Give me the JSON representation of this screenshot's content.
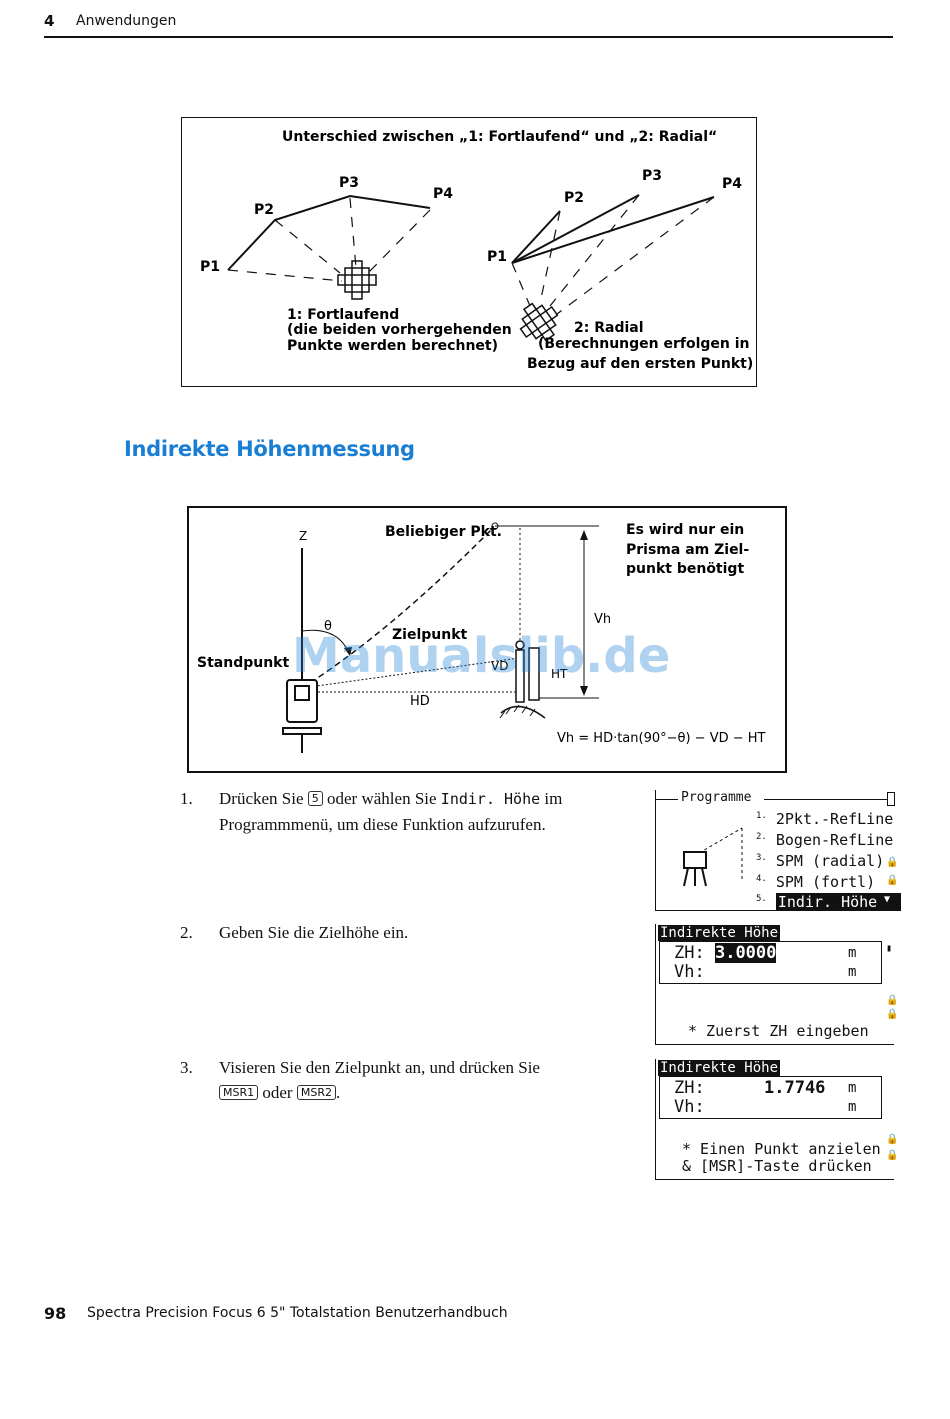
{
  "header": {
    "chapter_number": "4",
    "chapter_title": "Anwendungen"
  },
  "figure1": {
    "title": "Unterschied zwischen „1: Fortlaufend“ und „2: Radial“",
    "left_points": [
      "P1",
      "P2",
      "P3",
      "P4"
    ],
    "right_points": [
      "P1",
      "P2",
      "P3",
      "P4"
    ],
    "left_caption": [
      "1: Fortlaufend",
      "(die beiden vorhergehenden",
      "Punkte werden berechnet)"
    ],
    "right_caption": [
      "2: Radial",
      "(Berechnungen erfolgen in",
      "Bezug auf den ersten Punkt)"
    ]
  },
  "section_title": "Indirekte Höhenmessung",
  "figure2": {
    "label_z": "Z",
    "label_beliebig": "Beliebiger Pkt.",
    "note": [
      "Es wird nur ein",
      "Prisma am Ziel-",
      "punkt benötigt"
    ],
    "label_vh": "Vh",
    "label_theta": "θ",
    "label_zielpunkt": "Zielpunkt",
    "label_standpunkt": "Standpunkt",
    "label_vd": "VD",
    "label_ht": "HT",
    "label_hd": "HD",
    "formula": "Vh = HD·tan(90°−θ) − VD − HT"
  },
  "watermark": "Manualslib.de",
  "steps": [
    {
      "number": "1.",
      "text_a": "Drücken Sie ",
      "key": "5",
      "text_b": " oder wählen Sie ",
      "code": "Indir. Höhe",
      "text_c": " im",
      "line2": "Programmmenü, um diese Funktion aufzurufen."
    },
    {
      "number": "2.",
      "text": "Geben Sie die Zielhöhe ein."
    },
    {
      "number": "3.",
      "line1": "Visieren Sie den Zielpunkt an, und drücken Sie",
      "key1": "MSR1",
      "mid": " oder ",
      "key2": "MSR2",
      "end": "."
    }
  ],
  "screen1": {
    "title": "Programme",
    "items": [
      {
        "num": "1.",
        "label": "2Pkt.-RefLine"
      },
      {
        "num": "2.",
        "label": "Bogen-RefLine"
      },
      {
        "num": "3.",
        "label": "SPM (radial)"
      },
      {
        "num": "4.",
        "label": "SPM (fortl)"
      },
      {
        "num": "5.",
        "label": "Indir. Höhe"
      }
    ]
  },
  "screen2": {
    "title": "Indirekte Höhe",
    "zh_label": "ZH:",
    "zh_value": "3.0000",
    "zh_unit": "m",
    "vh_label": "Vh:",
    "vh_unit": "m",
    "message": "* Zuerst ZH eingeben"
  },
  "screen3": {
    "title": "Indirekte Höhe",
    "zh_label": "ZH:",
    "zh_value": "1.7746",
    "zh_unit": "m",
    "vh_label": "Vh:",
    "vh_unit": "m",
    "message1": "* Einen Punkt anzielen",
    "message2": "& [MSR]-Taste drücken"
  },
  "footer": {
    "page_number": "98",
    "book_title": "Spectra Precision Focus 6 5\" Totalstation Benutzerhandbuch"
  }
}
